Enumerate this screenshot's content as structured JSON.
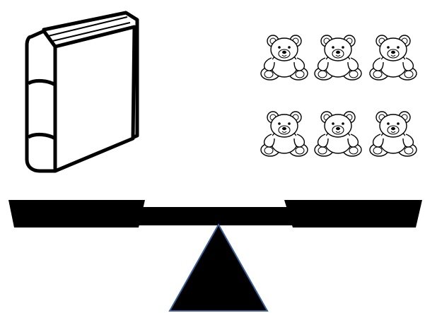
{
  "scene": {
    "left_pan": {
      "object": "book-icon",
      "count": 1
    },
    "right_pan": {
      "object": "teddy-bear-icon",
      "count": 6
    },
    "balance": "level",
    "colors": {
      "background": "#ffffff",
      "ink": "#000000",
      "fulcrum_outline": "#3b5f9a"
    }
  }
}
